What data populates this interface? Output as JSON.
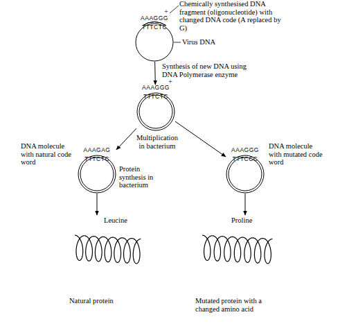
{
  "diagram": {
    "nodes": [
      {
        "text": [
          "AAAGGG",
          "TTTCTC"
        ]
      },
      {
        "text": [
          "AAAGGG",
          "TTTCTC"
        ]
      },
      {
        "text": [
          "AAAGAG",
          "TTTCTC"
        ]
      },
      {
        "text": [
          "AAAGGG",
          "TTTCCC"
        ]
      },
      {
        "text": [
          "Leucine",
          "Natural protein"
        ]
      },
      {
        "text": [
          "Proline",
          "Mutated protein with a changed amino acid"
        ]
      }
    ],
    "edges": [
      {
        "from": 0,
        "to": 1,
        "arrow": "to",
        "label": "Synthesis of new DNA using DNA Polymerase enzyme"
      },
      {
        "from": 1,
        "to": 2,
        "arrow": "to"
      },
      {
        "from": 1,
        "to": 3,
        "arrow": "to"
      },
      {
        "from": 2,
        "to": 4,
        "arrow": "to"
      },
      {
        "from": 3,
        "to": 5,
        "arrow": "to"
      }
    ],
    "labels": [
      "Chemically synthesised DNA fragment (oligonucleotide) with changed DNA code (A replaced by G)",
      "Virus DNA",
      "+",
      "+",
      "Multiplication in bacterium",
      "DNA molecule with natural code word",
      "Protein synthesis in bacterium",
      "DNA molecule with mutated code word"
    ]
  }
}
